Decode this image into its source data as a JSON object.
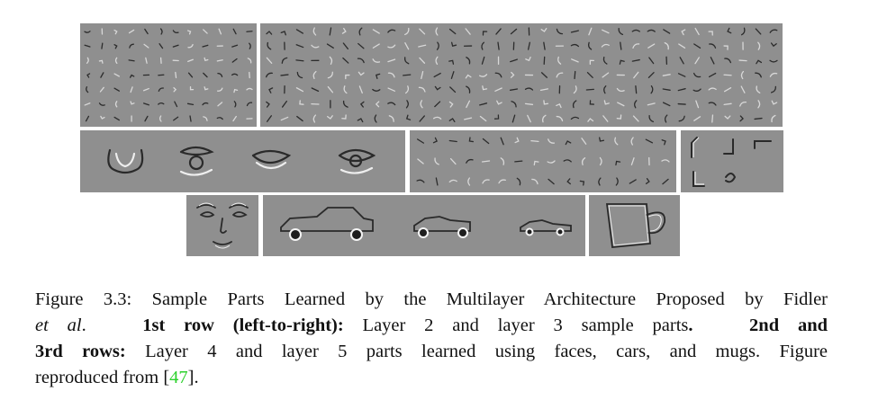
{
  "figure": {
    "caption": {
      "label": "Figure 3.3:",
      "title": " Sample Parts Learned by the Multilayer Architecture Proposed by Fidler",
      "etal": "et al",
      "period": ".",
      "row1_bold": "1st row (left-to-right):",
      "row1_text": " Layer 2 and layer 3 sample parts",
      "row1_end": ".",
      "row23_bold_a": "2nd and",
      "row23_bold_b": "3rd rows:",
      "row23_text": " Layer 4 and layer 5 parts learned using faces, cars, and mugs. Figure",
      "repro_text": "reproduced from ",
      "bracket_open": "[",
      "cite_number": "47",
      "bracket_close": "]."
    },
    "panels": {
      "row1": [
        "layer-2-parts",
        "layer-3-parts"
      ],
      "row2": [
        "layer-4-face-parts",
        "layer-4-car-parts",
        "layer-4-mug-parts"
      ],
      "row3": [
        "layer-5-face-part",
        "layer-5-car-parts",
        "layer-5-mug-part"
      ]
    },
    "colors": {
      "panel_gray": "#8f8f8f",
      "citation_green": "#2bd12b"
    }
  }
}
